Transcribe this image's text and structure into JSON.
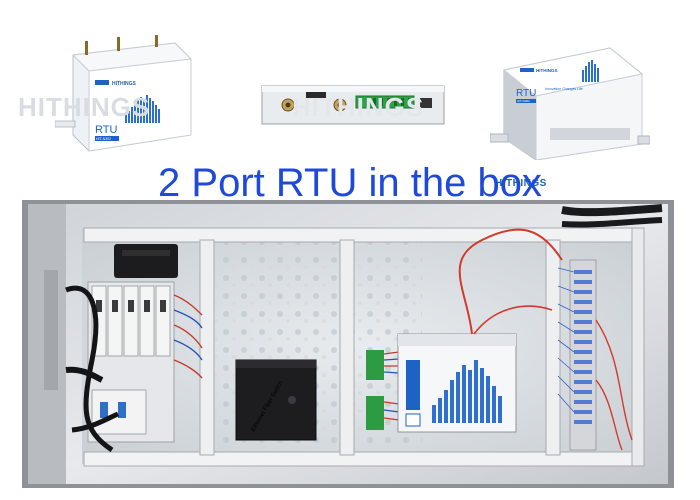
{
  "headline": "2 Port RTU in the box",
  "brand_watermark": "HITHINGS",
  "device_label": "RTU",
  "model_label": "HIT-N302",
  "slogan": "Innovation Changes Life",
  "fiber_switch_label": "Ethernet Fiber Switch",
  "colors": {
    "headline": "#1f49d8",
    "device_blue": "#1e63c4",
    "cabinet_gray": "#d9dadc",
    "rail_gray": "#bfc2c6"
  },
  "icons": [
    "hithings-logo",
    "antenna-connector"
  ]
}
